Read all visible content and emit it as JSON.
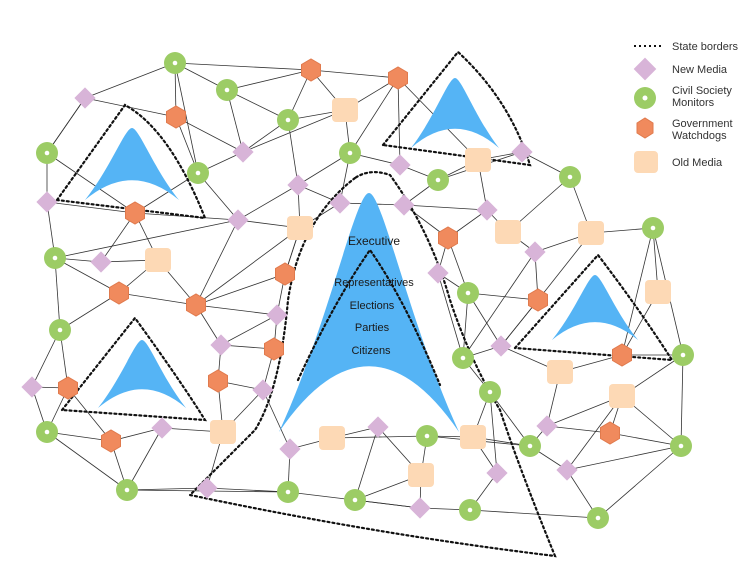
{
  "legend": {
    "items": [
      {
        "key": "state_borders",
        "label": "State borders"
      },
      {
        "key": "new_media",
        "label": "New Media"
      },
      {
        "key": "civil_society",
        "label": "Civil Society\nMonitors"
      },
      {
        "key": "gov_watchdogs",
        "label": "Government\nWatchdogs"
      },
      {
        "key": "old_media",
        "label": "Old Media"
      }
    ]
  },
  "central_state": {
    "labels": [
      "Executive",
      "Representatives",
      "Elections",
      "Parties",
      "Citizens"
    ]
  },
  "colors": {
    "new_media": "#d8b4d8",
    "civil_society_ring": "#9ccc65",
    "civil_society_dot": "#ffffff",
    "gov_watchdogs": "#f08a5d",
    "old_media": "#fdd9b5",
    "state": "#55b4f5",
    "edge": "#333333",
    "border": "#111111"
  }
}
